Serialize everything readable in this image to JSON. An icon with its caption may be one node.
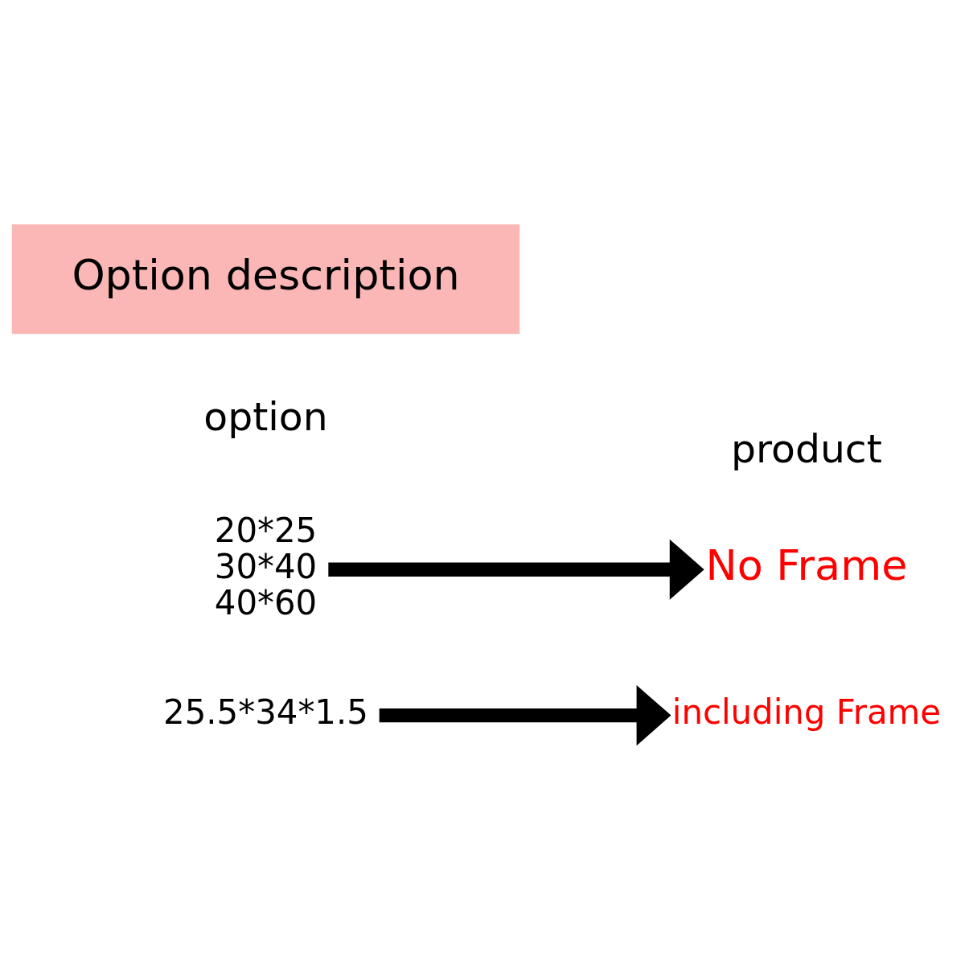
{
  "diagram": {
    "nodes": [
      {
        "text": [
          "Option description"
        ]
      },
      {
        "text": [
          "20*25",
          "30*40",
          "40*60"
        ]
      },
      {
        "text": [
          "No Frame"
        ]
      },
      {
        "text": [
          "25.5*34*1.5"
        ]
      },
      {
        "text": [
          "including Frame"
        ]
      }
    ],
    "edges": [
      {
        "from": 1,
        "to": 2,
        "arrow": "to"
      },
      {
        "from": 3,
        "to": 4,
        "arrow": "to"
      }
    ],
    "labels": [
      "option",
      "product"
    ]
  }
}
